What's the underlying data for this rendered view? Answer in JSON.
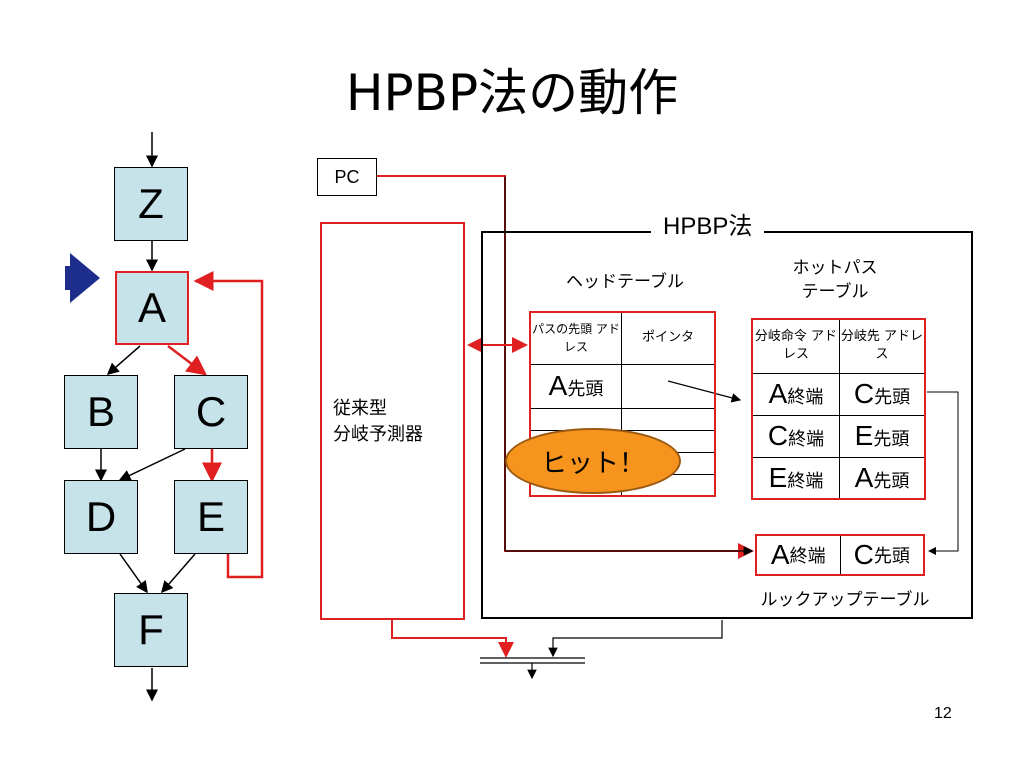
{
  "title": "HPBP法の動作",
  "flow_nodes": {
    "z": "Z",
    "a": "A",
    "b": "B",
    "c": "C",
    "d": "D",
    "e": "E",
    "f": "F"
  },
  "pc_label": "PC",
  "predictor": {
    "line1": "従来型",
    "line2": "分岐予測器"
  },
  "hpbp_title": "HPBP法",
  "head_table": {
    "caption": "ヘッドテーブル",
    "col1_header": "パスの先頭 アドレス",
    "col2_header": "ポインタ",
    "row1_main": "A",
    "row1_sub": "先頭"
  },
  "hot_path_table": {
    "caption_line1": "ホットパス",
    "caption_line2": "テーブル",
    "col1_header": "分岐命令 アドレス",
    "col2_header": "分岐先 アドレス",
    "rows": [
      {
        "a_main": "A",
        "a_sub": "終端",
        "b_main": "C",
        "b_sub": "先頭"
      },
      {
        "a_main": "C",
        "a_sub": "終端",
        "b_main": "E",
        "b_sub": "先頭"
      },
      {
        "a_main": "E",
        "a_sub": "終端",
        "b_main": "A",
        "b_sub": "先頭"
      }
    ]
  },
  "lookup_table": {
    "caption": "ルックアップテーブル",
    "a_main": "A",
    "a_sub": "終端",
    "b_main": "C",
    "b_sub": "先頭"
  },
  "hit_label": "ヒット！",
  "page_number": "12",
  "colors": {
    "highlight": "#e02020",
    "node_fill": "#c5e3e8",
    "hit_fill": "#f7941d",
    "current_arrow": "#1c2d8c"
  }
}
